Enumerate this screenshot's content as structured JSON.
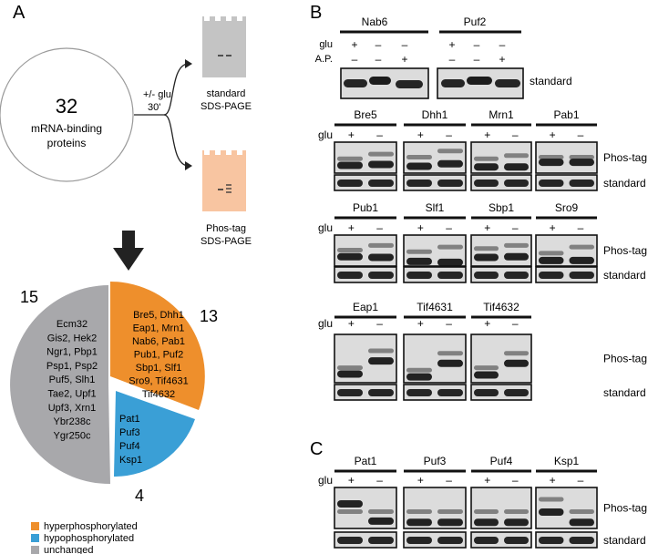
{
  "panel_a": {
    "label": "A",
    "circle": {
      "count": "32",
      "line1": "mRNA-binding",
      "line2": "proteins"
    },
    "treatment": {
      "line1": "+/- glu",
      "line2": "30'"
    },
    "standard_gel": {
      "line1": "standard",
      "line2": "SDS-PAGE"
    },
    "phostag_gel": {
      "line1": "Phos-tag",
      "line2": "SDS-PAGE"
    },
    "pie": {
      "hyper": {
        "count": "13",
        "lines": [
          "Bre5, Dhh1",
          "Eap1, Mrn1",
          "Nab6, Pab1",
          "Pub1, Puf2",
          "Sbp1, Slf1",
          "Sro9, Tif4631",
          "Tif4632"
        ]
      },
      "hypo": {
        "count": "4",
        "lines": [
          "Pat1",
          "Puf3",
          "Puf4",
          "Ksp1"
        ]
      },
      "unchanged": {
        "count": "15",
        "lines": [
          "Ecm32",
          "Gis2, Hek2",
          "Ngr1, Pbp1",
          "Psp1, Psp2",
          "Puf5, Slh1",
          "Tae2, Upf1",
          "Upf3, Xrn1",
          "Ybr238c",
          "Ygr250c"
        ]
      }
    },
    "legend": [
      "hyperphosphorylated",
      "hypophosphorylated",
      "unchanged"
    ]
  },
  "panel_b": {
    "label": "B",
    "top": {
      "proteins": [
        "Nab6",
        "Puf2"
      ],
      "row_glu": "glu",
      "row_ap": "A.P.",
      "glu_signs": [
        "+",
        "–",
        "–"
      ],
      "ap_signs": [
        "–",
        "–",
        "+"
      ],
      "gel_label": "standard"
    },
    "row1": {
      "proteins": [
        "Bre5",
        "Dhh1",
        "Mrn1",
        "Pab1"
      ],
      "glu": "glu",
      "signs": [
        "+",
        "–"
      ]
    },
    "row2": {
      "proteins": [
        "Pub1",
        "Slf1",
        "Sbp1",
        "Sro9"
      ],
      "glu": "glu",
      "signs": [
        "+",
        "–"
      ]
    },
    "row3": {
      "proteins": [
        "Eap1",
        "Tif4631",
        "Tif4632"
      ],
      "glu": "glu",
      "signs": [
        "+",
        "–"
      ]
    },
    "gel_labels": {
      "phostag": "Phos-tag",
      "standard": "standard"
    }
  },
  "panel_c": {
    "label": "C",
    "proteins": [
      "Pat1",
      "Puf3",
      "Puf4",
      "Ksp1"
    ],
    "glu": "glu",
    "signs": [
      "+",
      "–"
    ],
    "gel_labels": {
      "phostag": "Phos-tag",
      "standard": "standard"
    }
  },
  "colors": {
    "hyper": "#ee8f2c",
    "hypo": "#3a9fd6",
    "unchanged": "#a8a8ab",
    "gel_gray": "#c4c4c4",
    "gel_peach": "#f8c5a1"
  }
}
